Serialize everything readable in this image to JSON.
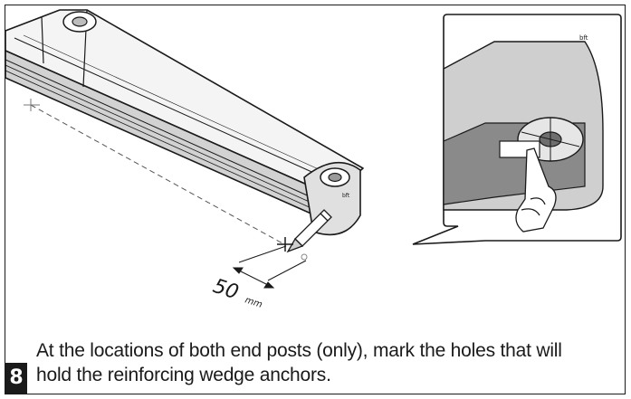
{
  "step": {
    "number": "8",
    "instruction_lines": [
      "At the locations of both end posts (only), mark the holes that will",
      "hold the reinforcing wedge anchors."
    ]
  },
  "dimension": {
    "value": "50",
    "unit": "mm"
  },
  "illustration": {
    "main": "operator-arm-with-pencil-marking",
    "inset": "hand-pressing-release-on-end-cap",
    "brand_mark": "bft"
  },
  "colors": {
    "line": "#1a1a1a",
    "fill_light": "#e6e6e6",
    "fill_mid": "#bdbdbd",
    "fill_dark": "#6e6e6e"
  }
}
